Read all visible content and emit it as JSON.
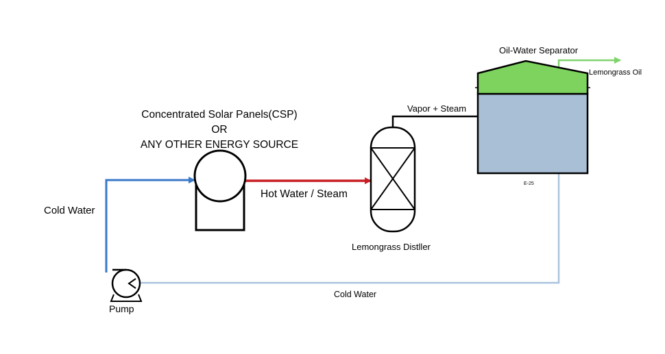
{
  "csp": {
    "line1": "Concentrated Solar Panels(CSP)",
    "line2": "OR",
    "line3": "ANY OTHER ENERGY SOURCE"
  },
  "streams": {
    "cold_water_left": "Cold Water",
    "hot_water": "Hot Water / Steam",
    "vapor": "Vapor + Steam",
    "cold_water_bottom": "Cold Water",
    "lemongrass_oil": "Lemongrass Oil"
  },
  "equipment": {
    "pump": "Pump",
    "distiller": "Lemongrass Distller",
    "separator": "Oil-Water Separator",
    "separator_tag": "E-25"
  },
  "colors": {
    "cold_line": "#3a78c8",
    "hot_line": "#c81e24",
    "return_line": "#a9c3de",
    "oil_line": "#7ed36a",
    "oil_fill": "#7ed35e",
    "water_fill": "#a9bfd6"
  }
}
